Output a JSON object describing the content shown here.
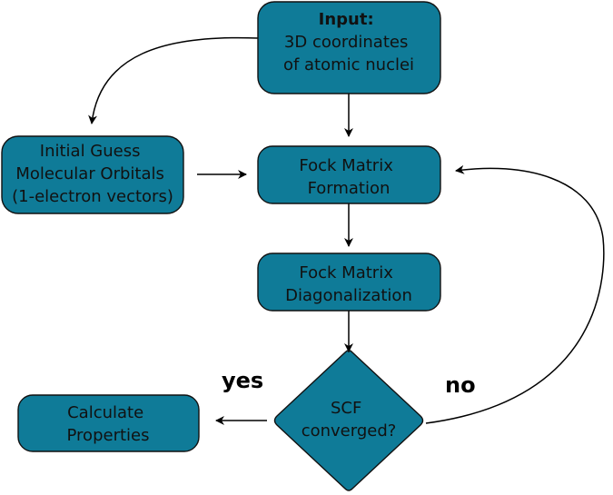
{
  "nodes": {
    "input": {
      "title": "Input:",
      "lines": [
        "3D coordinates",
        "of atomic nuclei"
      ]
    },
    "initial_guess": {
      "lines": [
        "Initial Guess",
        "Molecular Orbitals",
        "(1-electron vectors)"
      ]
    },
    "fock_formation": {
      "lines": [
        "Fock Matrix",
        "Formation"
      ]
    },
    "fock_diagonalization": {
      "lines": [
        "Fock Matrix",
        "Diagonalization"
      ]
    },
    "scf_converged": {
      "lines": [
        "SCF",
        "converged?"
      ]
    },
    "calculate_properties": {
      "lines": [
        "Calculate",
        "Properties"
      ]
    }
  },
  "edges": {
    "yes_label": "yes",
    "no_label": "no"
  },
  "colors": {
    "node_fill": "#0f7b98",
    "node_stroke": "#111111",
    "arrow": "#000000"
  }
}
